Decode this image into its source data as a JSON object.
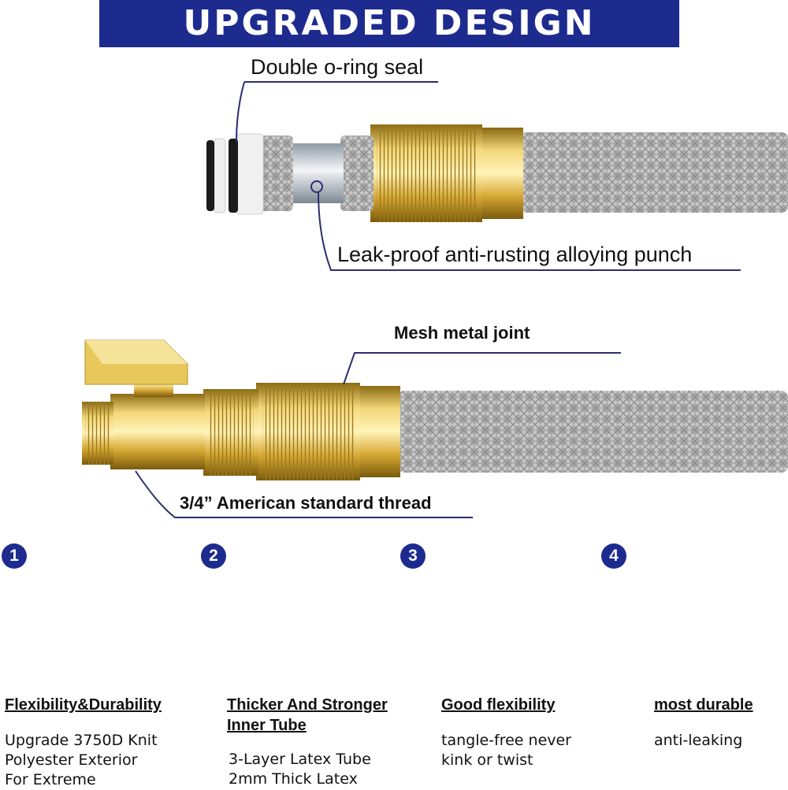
{
  "header": {
    "title": "UPGRADED DESIGN"
  },
  "callouts": {
    "oring": "Double o-ring seal",
    "punch": "Leak-proof anti-rusting alloying punch",
    "mesh": "Mesh metal joint",
    "thread": "3/4” American standard thread"
  },
  "features": [
    {
      "number": "1",
      "title": "Flexibility&Durability",
      "body": [
        "Upgrade 3750D Knit",
        "Polyester Exterior",
        "For Extreme"
      ]
    },
    {
      "number": "2",
      "title": "Thicker And Stronger Inner Tube",
      "title_lines": [
        "Thicker And Stronger",
        "Inner Tube"
      ],
      "body": [
        "3-Layer Latex Tube",
        "2mm Thick Latex"
      ]
    },
    {
      "number": "3",
      "title": "Good flexibility",
      "body": [
        "tangle-free never",
        "kink or twist"
      ]
    },
    {
      "number": "4",
      "title": "most durable",
      "body": [
        "anti-leaking"
      ]
    }
  ],
  "colors": {
    "banner": "#1d2b8f",
    "brass": "#d9b44a",
    "hose_gray": "#a9a9a9",
    "inner_blue": "#3a9fe0"
  }
}
